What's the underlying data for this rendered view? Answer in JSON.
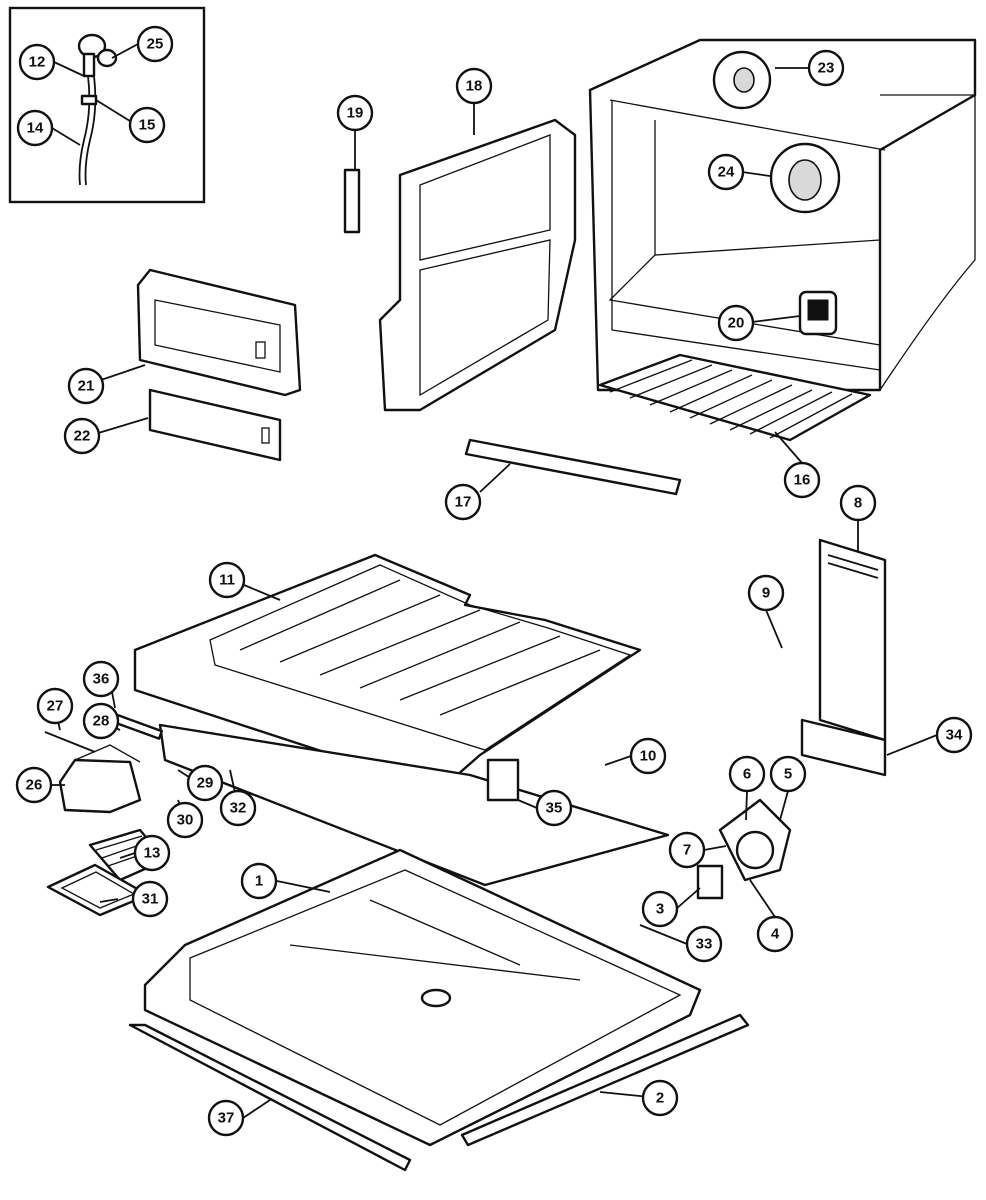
{
  "diagram": {
    "type": "exploded-parts-view",
    "callouts": [
      {
        "id": "c1",
        "label": "1"
      },
      {
        "id": "c2",
        "label": "2"
      },
      {
        "id": "c3",
        "label": "3"
      },
      {
        "id": "c4",
        "label": "4"
      },
      {
        "id": "c5",
        "label": "5"
      },
      {
        "id": "c6",
        "label": "6"
      },
      {
        "id": "c7",
        "label": "7"
      },
      {
        "id": "c8",
        "label": "8"
      },
      {
        "id": "c9",
        "label": "9"
      },
      {
        "id": "c10",
        "label": "10"
      },
      {
        "id": "c11",
        "label": "11"
      },
      {
        "id": "c12",
        "label": "12"
      },
      {
        "id": "c13",
        "label": "13"
      },
      {
        "id": "c14",
        "label": "14"
      },
      {
        "id": "c15",
        "label": "15"
      },
      {
        "id": "c16",
        "label": "16"
      },
      {
        "id": "c17",
        "label": "17"
      },
      {
        "id": "c18",
        "label": "18"
      },
      {
        "id": "c19",
        "label": "19"
      },
      {
        "id": "c20",
        "label": "20"
      },
      {
        "id": "c21",
        "label": "21"
      },
      {
        "id": "c22",
        "label": "22"
      },
      {
        "id": "c23",
        "label": "23"
      },
      {
        "id": "c24",
        "label": "24"
      },
      {
        "id": "c25",
        "label": "25"
      },
      {
        "id": "c26",
        "label": "26"
      },
      {
        "id": "c27",
        "label": "27"
      },
      {
        "id": "c28",
        "label": "28"
      },
      {
        "id": "c29",
        "label": "29"
      },
      {
        "id": "c30",
        "label": "30"
      },
      {
        "id": "c31",
        "label": "31"
      },
      {
        "id": "c32",
        "label": "32"
      },
      {
        "id": "c33",
        "label": "33"
      },
      {
        "id": "c34",
        "label": "34"
      },
      {
        "id": "c35",
        "label": "35"
      },
      {
        "id": "c36",
        "label": "36"
      },
      {
        "id": "c37",
        "label": "37"
      }
    ]
  }
}
